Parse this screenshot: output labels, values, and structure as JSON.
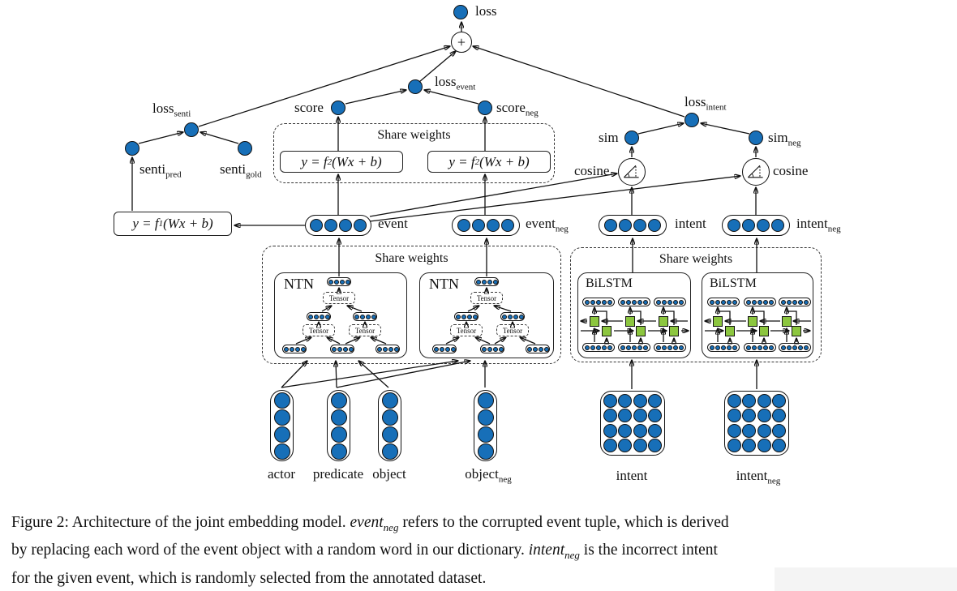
{
  "figure": {
    "labels": {
      "loss": {
        "m": "loss",
        "s": ""
      },
      "loss_senti": {
        "m": "loss",
        "s": "senti"
      },
      "loss_event": {
        "m": "loss",
        "s": "event"
      },
      "loss_intent": {
        "m": "loss",
        "s": "intent"
      },
      "score": {
        "m": "score",
        "s": ""
      },
      "score_neg": {
        "m": "score",
        "s": "neg"
      },
      "sim": {
        "m": "sim",
        "s": ""
      },
      "sim_neg": {
        "m": "sim",
        "s": "neg"
      },
      "senti_pred": {
        "m": "senti",
        "s": "pred"
      },
      "senti_gold": {
        "m": "senti",
        "s": "gold"
      },
      "event": {
        "m": "event",
        "s": ""
      },
      "event_neg": {
        "m": "event",
        "s": "neg"
      },
      "intent": {
        "m": "intent",
        "s": ""
      },
      "intent_neg": {
        "m": "intent",
        "s": "neg"
      },
      "actor": {
        "m": "actor",
        "s": ""
      },
      "predicate": {
        "m": "predicate",
        "s": ""
      },
      "object": {
        "m": "object",
        "s": ""
      },
      "object_neg": {
        "m": "object",
        "s": "neg"
      },
      "cosine": "cosine",
      "share_weights": "Share weights",
      "ntn": "NTN",
      "bilstm": "BiLSTM",
      "tensor": "Tensor",
      "plus": "+"
    },
    "formulas": {
      "f1": {
        "lead": "y = f",
        "sub": "1",
        "tail": "(Wx + b)"
      },
      "f2": {
        "lead": "y = f",
        "sub": "2",
        "tail": "(Wx + b)"
      }
    }
  },
  "caption": {
    "c1": "Figure 2: Architecture of the joint embedding model. ",
    "c2": "event",
    "c3": "neg",
    "c4": " refers to the corrupted event tuple, which is derived",
    "c5": "by replacing each word of the event object with a random word in our dictionary. ",
    "c6": "intent",
    "c7": "neg",
    "c8": " is the incorrect intent",
    "c9": "for the given event, which is randomly selected from the annotated dataset."
  }
}
